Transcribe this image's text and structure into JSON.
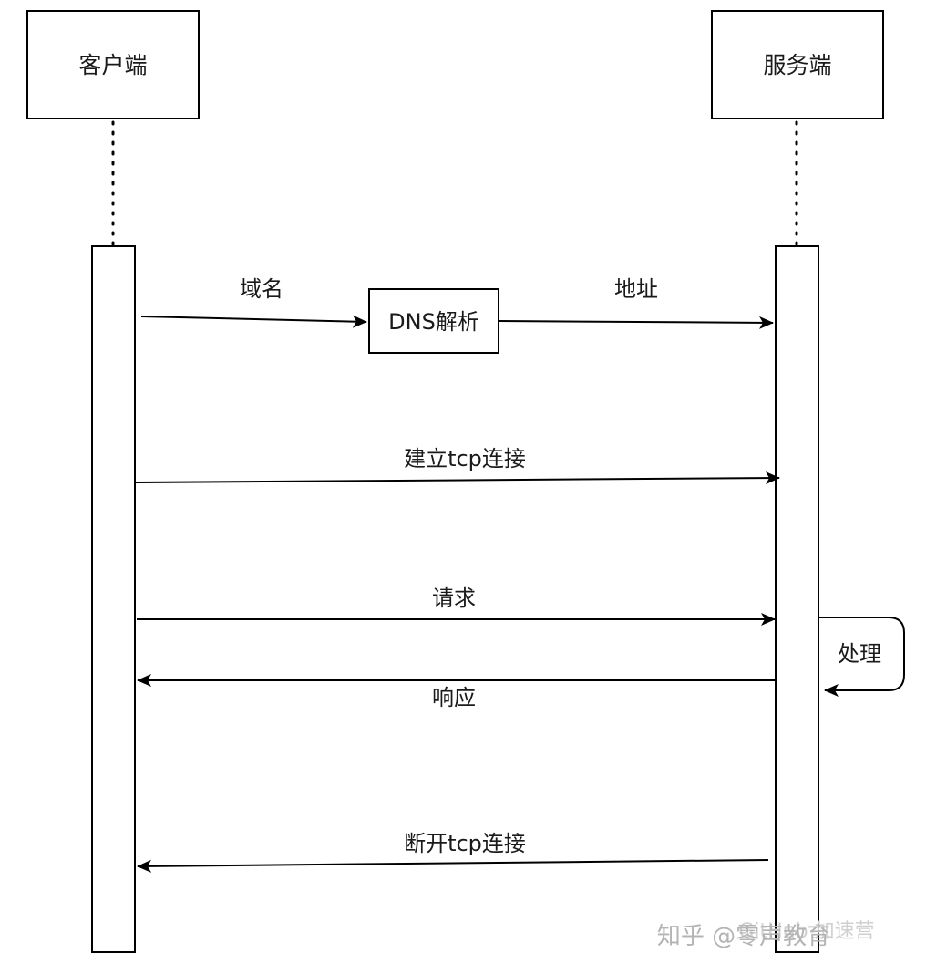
{
  "diagram": {
    "actors": {
      "client": "客户端",
      "server": "服务端"
    },
    "dns_box": "DNS解析",
    "messages": {
      "domain": "域名",
      "address": "地址",
      "tcp_connect": "建立tcp连接",
      "request": "请求",
      "process": "处理",
      "response": "响应",
      "tcp_disconnect": "断开tcp连接"
    }
  },
  "watermark": {
    "text": "知乎 @零声教育",
    "overlay": "GitHub 加速营"
  }
}
